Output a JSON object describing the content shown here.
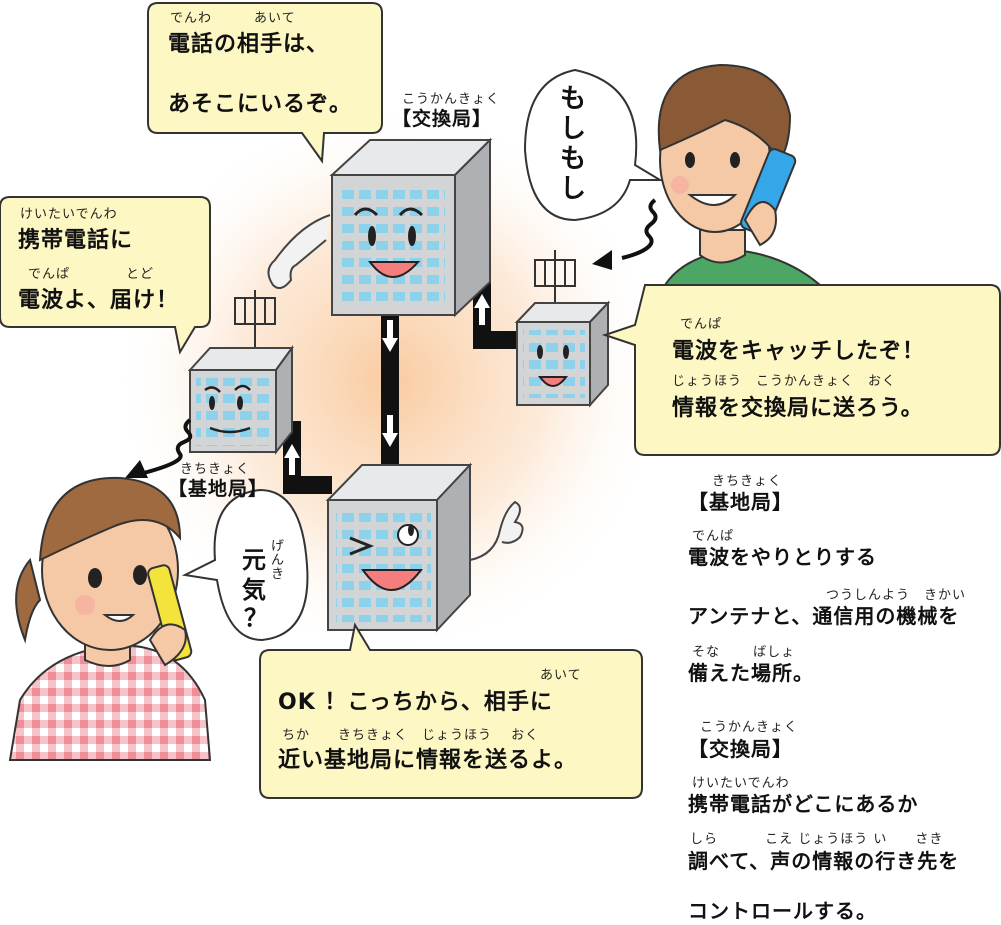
{
  "bubbles": {
    "exchange_bubble": {
      "ruby1": "でんわ　　　あいて",
      "line1": "電話の相手は、",
      "line2": "あそこにいるぞ。"
    },
    "mobile_bubble": {
      "ruby1": "けいたいでんわ",
      "line1": "携帯電話に",
      "ruby2": "でんぱ　　　　とど",
      "line2": "電波よ、届け！"
    },
    "moshimoshi": "もしもし",
    "genki": {
      "text1": "元",
      "text2": "気",
      "text3": "？",
      "ruby": "げんき"
    },
    "base_right_bubble": {
      "ruby1": "でんぱ",
      "line1": "電波をキャッチしたぞ！",
      "ruby2": "じょうほう　こうかんきょく　おく",
      "line2": "情報を交換局に送ろう。"
    },
    "exchange_bottom_bubble": {
      "ruby1": "あいて",
      "line1": "OK ！こっちから、相手に",
      "ruby2": "ちか　　きちきょく　じょうほう　 おく",
      "line2": "近い基地局に情報を送るよ。"
    }
  },
  "labels": {
    "exchange_ruby": "こうかんきょく",
    "exchange": "【交換局】",
    "base_ruby": "きちきょく",
    "base": "【基地局】"
  },
  "legend": {
    "base_ruby": "きちきょく",
    "base_title": "【基地局】",
    "base_ruby2": "でんぱ",
    "base_line1": "電波をやりとりする",
    "base_ruby3": "つうしんよう　きかい",
    "base_line2": "アンテナと、通信用の機械を",
    "base_ruby4": "そな　　 ばしょ",
    "base_line3": "備えた場所。",
    "exchange_ruby": "こうかんきょく",
    "exchange_title": "【交換局】",
    "exchange_ruby2": "けいたいでんわ",
    "exchange_line1": "携帯電話がどこにあるか",
    "exchange_ruby3": "しら　　　 こえ じょうほう い　　さき",
    "exchange_line2": "調べて、声の情報の行き先を",
    "exchange_line3": "コントロールする。"
  },
  "colors": {
    "bubble_fill": "#fdf7c3",
    "building_face": "#d3d4d6",
    "building_side": "#aeb0b3",
    "window": "#8dd1ea",
    "glow": "#f9c89b",
    "mouth": "#f47d7d",
    "phone_blue": "#35a6e8",
    "phone_yellow": "#f4e33a",
    "shirt_green": "#4ca764",
    "gingham": "#f2a0a8"
  }
}
